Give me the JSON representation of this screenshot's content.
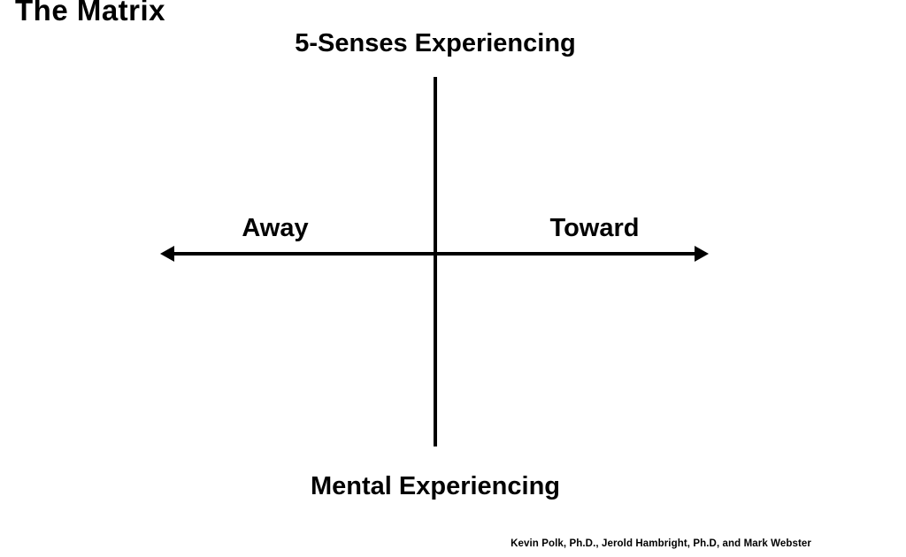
{
  "canvas": {
    "background_color": "#ffffff",
    "ink_color": "#000000"
  },
  "title": "The Matrix",
  "axes": {
    "top_label": "5-Senses Experiencing",
    "bottom_label": "Mental Experiencing",
    "left_label": "Away",
    "right_label": "Toward",
    "vertical_line": "no arrowheads",
    "horizontal_line": "arrowheads both ends"
  },
  "attribution": "Kevin Polk, Ph.D., Jerold Hambright, Ph.D, and Mark Webster"
}
